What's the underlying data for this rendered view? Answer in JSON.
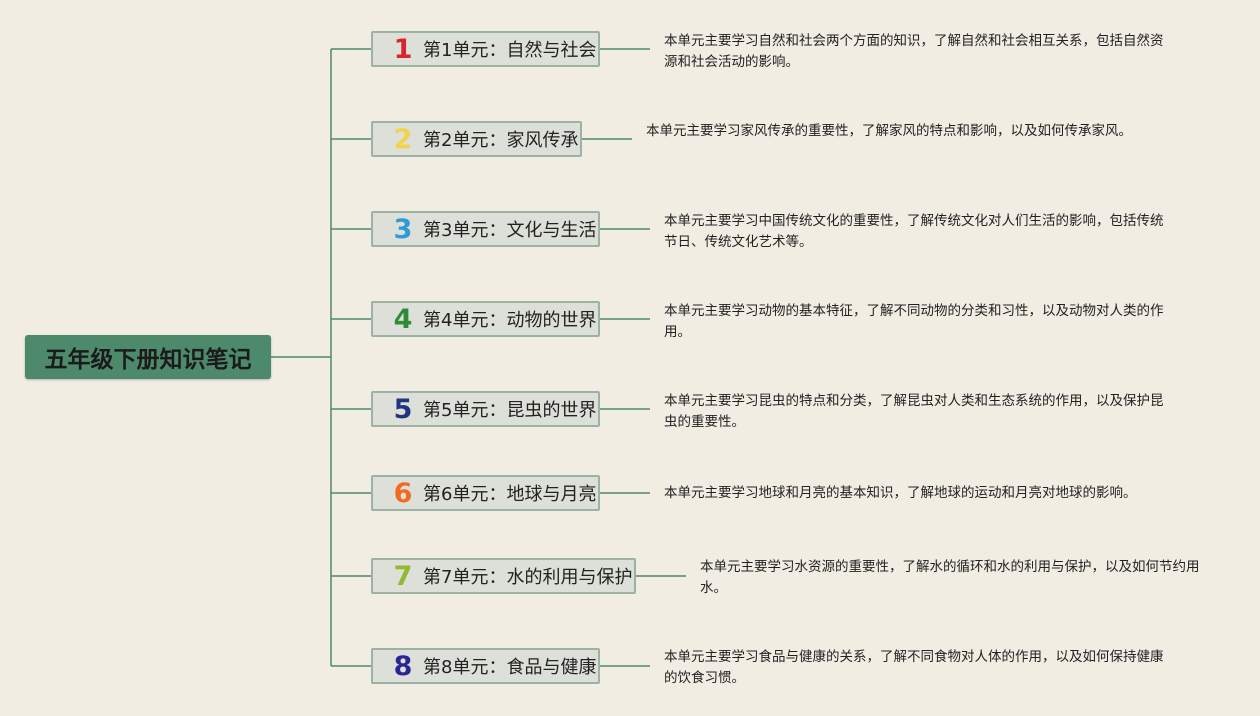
{
  "root": {
    "title": "五年级下册知识笔记"
  },
  "colors": {
    "line": "#4d8a6c",
    "root_bg": "#4d8a6c",
    "node_bg": "#dde0d8",
    "node_border": "#9bb2a5",
    "background": "#f1ede3"
  },
  "units": [
    {
      "number": "1",
      "number_color": "#d6252f",
      "title": "第1单元：自然与社会",
      "desc": "本单元主要学习自然和社会两个方面的知识，了解自然和社会相互关系，包括自然资源和社会活动的影响。"
    },
    {
      "number": "2",
      "number_color": "#f1d34c",
      "title": "第2单元：家风传承",
      "desc": "本单元主要学习家风传承的重要性，了解家风的特点和影响，以及如何传承家风。"
    },
    {
      "number": "3",
      "number_color": "#2f9ad6",
      "title": "第3单元：文化与生活",
      "desc": "本单元主要学习中国传统文化的重要性，了解传统文化对人们生活的影响，包括传统节日、传统文化艺术等。"
    },
    {
      "number": "4",
      "number_color": "#2e8b3a",
      "title": "第4单元：动物的世界",
      "desc": "本单元主要学习动物的基本特征，了解不同动物的分类和习性，以及动物对人类的作用。"
    },
    {
      "number": "5",
      "number_color": "#1f3580",
      "title": "第5单元：昆虫的世界",
      "desc": "本单元主要学习昆虫的特点和分类，了解昆虫对人类和生态系统的作用，以及保护昆虫的重要性。"
    },
    {
      "number": "6",
      "number_color": "#f26a22",
      "title": "第6单元：地球与月亮",
      "desc": "本单元主要学习地球和月亮的基本知识，了解地球的运动和月亮对地球的影响。"
    },
    {
      "number": "7",
      "number_color": "#93b92d",
      "title": "第7单元：水的利用与保护",
      "desc": "本单元主要学习水资源的重要性，了解水的循环和水的利用与保护，以及如何节约用水。"
    },
    {
      "number": "8",
      "number_color": "#2a2792",
      "title": "第8单元：食品与健康",
      "desc": "本单元主要学习食品与健康的关系，了解不同食物对人体的作用，以及如何保持健康的饮食习惯。"
    }
  ]
}
